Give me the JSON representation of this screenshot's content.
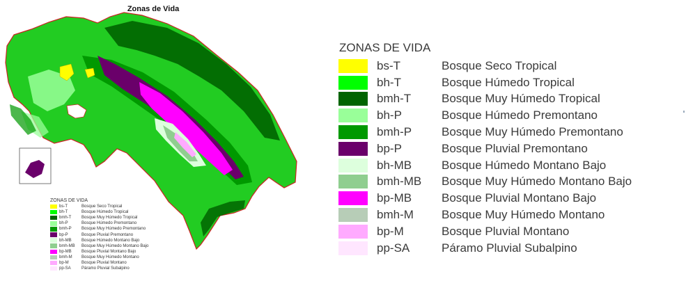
{
  "map_title": "Zonas de Vida",
  "legend_title": "ZONAS DE VIDA",
  "zones": [
    {
      "code": "bs-T",
      "name": "Bosque Seco Tropical",
      "color": "#ffff00"
    },
    {
      "code": "bh-T",
      "name": "Bosque Húmedo Tropical",
      "color": "#00ff00"
    },
    {
      "code": "bmh-T",
      "name": "Bosque Muy Húmedo Tropical",
      "color": "#006400"
    },
    {
      "code": "bh-P",
      "name": "Bosque Húmedo Premontano",
      "color": "#99ff99"
    },
    {
      "code": "bmh-P",
      "name": "Bosque Muy Húmedo Premontano",
      "color": "#009900"
    },
    {
      "code": "bp-P",
      "name": "Bosque Pluvial Premontano",
      "color": "#6a006a"
    },
    {
      "code": "bh-MB",
      "name": "Bosque Húmedo Montano Bajo",
      "color": "#ddffdd"
    },
    {
      "code": "bmh-MB",
      "name": "Bosque Muy Húmedo Montano Bajo",
      "color": "#8fce8f"
    },
    {
      "code": "bp-MB",
      "name": "Bosque Pluvial Montano Bajo",
      "color": "#ff00ff"
    },
    {
      "code": "bmh-M",
      "name": "Bosque Muy Húmedo Montano",
      "color": "#b7cdb7"
    },
    {
      "code": "bp-M",
      "name": "Bosque Pluvial Montano",
      "color": "#ffaaff"
    },
    {
      "code": "pp-SA",
      "name": "Páramo Pluvial Subalpino",
      "color": "#ffe6ff"
    }
  ]
}
